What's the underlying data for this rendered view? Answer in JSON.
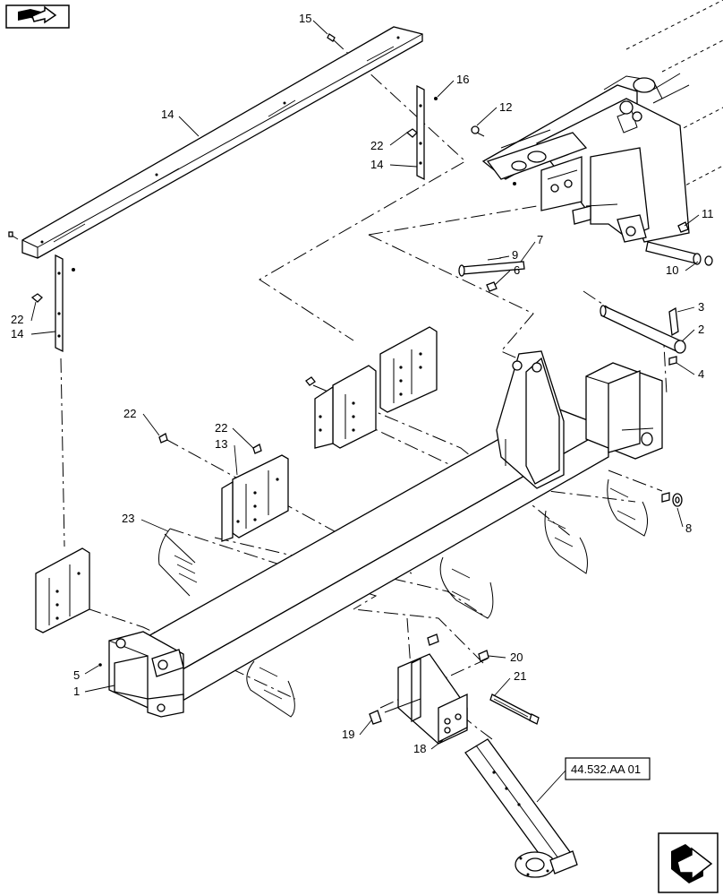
{
  "callouts": [
    {
      "n": "1"
    },
    {
      "n": "2"
    },
    {
      "n": "3"
    },
    {
      "n": "4"
    },
    {
      "n": "5"
    },
    {
      "n": "6"
    },
    {
      "n": "7"
    },
    {
      "n": "8"
    },
    {
      "n": "9"
    },
    {
      "n": "10"
    },
    {
      "n": "11"
    },
    {
      "n": "12"
    },
    {
      "n": "13"
    },
    {
      "n": "14"
    },
    {
      "n": "14"
    },
    {
      "n": "15"
    },
    {
      "n": "16"
    },
    {
      "n": "17"
    },
    {
      "n": "18"
    },
    {
      "n": "19"
    },
    {
      "n": "20"
    },
    {
      "n": "21"
    },
    {
      "n": "22"
    },
    {
      "n": "22"
    },
    {
      "n": "22"
    },
    {
      "n": "22"
    },
    {
      "n": "23"
    }
  ],
  "reference": {
    "label": "44.532.AA 01"
  },
  "icons": {
    "top_left": "book-arrow-icon",
    "bottom_right": "next-page-arrow-icon"
  }
}
